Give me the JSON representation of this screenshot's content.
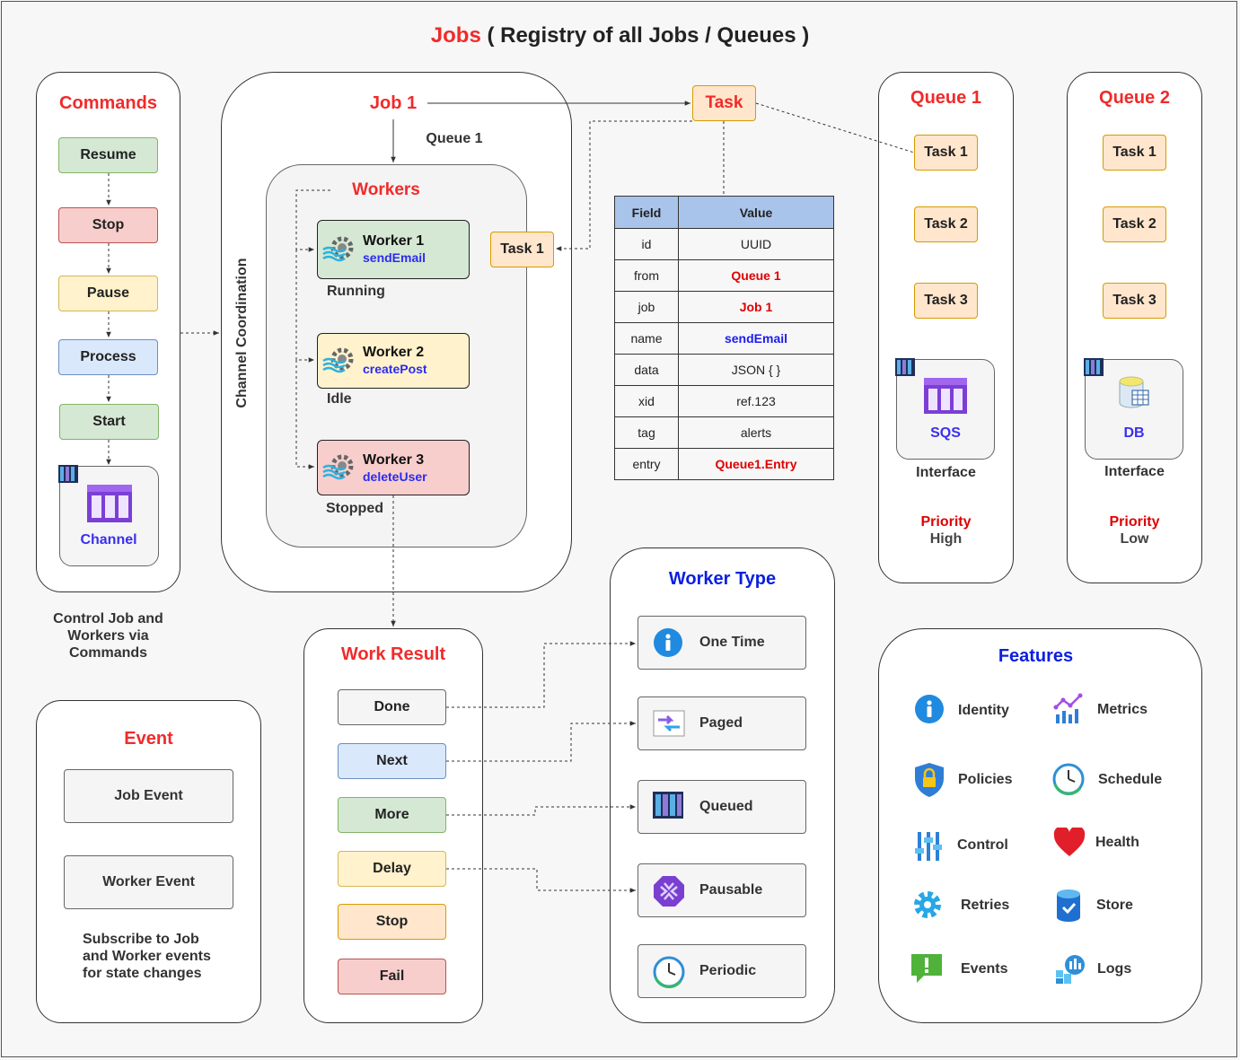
{
  "title": {
    "highlight": "Jobs",
    "rest": " ( Registry of all Jobs / Queues )"
  },
  "commands": {
    "title": "Commands",
    "buttons": [
      "Resume",
      "Stop",
      "Pause",
      "Process",
      "Start"
    ],
    "channel_label": "Channel",
    "caption": [
      "Control Job and",
      "Workers via",
      "Commands"
    ]
  },
  "job": {
    "title": "Job 1",
    "queue_label": "Queue 1",
    "side_label": "Channel Coordination",
    "workers_title": "Workers",
    "workers": [
      {
        "name": "Worker 1",
        "method": "sendEmail",
        "state": "Running"
      },
      {
        "name": "Worker 2",
        "method": "createPost",
        "state": "Idle"
      },
      {
        "name": "Worker 3",
        "method": "deleteUser",
        "state": "Stopped"
      }
    ],
    "task_chip": "Task 1"
  },
  "task": {
    "label": "Task",
    "table": {
      "headers": [
        "Field",
        "Value"
      ],
      "rows": [
        {
          "field": "id",
          "value": "UUID"
        },
        {
          "field": "from",
          "value": "Queue 1"
        },
        {
          "field": "job",
          "value": "Job 1"
        },
        {
          "field": "name",
          "value": "sendEmail"
        },
        {
          "field": "data",
          "value": "JSON { }"
        },
        {
          "field": "xid",
          "value": "ref.123"
        },
        {
          "field": "tag",
          "value": "alerts"
        },
        {
          "field": "entry",
          "value": "Queue1.Entry"
        }
      ]
    }
  },
  "queues": [
    {
      "title": "Queue 1",
      "tasks": [
        "Task 1",
        "Task 2",
        "Task 3"
      ],
      "store": "SQS",
      "interface": "Interface",
      "priority_label": "Priority",
      "priority": "High"
    },
    {
      "title": "Queue 2",
      "tasks": [
        "Task 1",
        "Task 2",
        "Task 3"
      ],
      "store": "DB",
      "interface": "Interface",
      "priority_label": "Priority",
      "priority": "Low"
    }
  ],
  "event": {
    "title": "Event",
    "items": [
      "Job Event",
      "Worker Event"
    ],
    "caption": [
      "Subscribe to Job",
      "and Worker events",
      "for state changes"
    ]
  },
  "work_result": {
    "title": "Work Result",
    "items": [
      "Done",
      "Next",
      "More",
      "Delay",
      "Stop",
      "Fail"
    ]
  },
  "worker_type": {
    "title": "Worker Type",
    "items": [
      "One Time",
      "Paged",
      "Queued",
      "Pausable",
      "Periodic"
    ]
  },
  "features": {
    "title": "Features",
    "items": [
      "Identity",
      "Metrics",
      "Policies",
      "Schedule",
      "Control",
      "Health",
      "Retries",
      "Store",
      "Events",
      "Logs"
    ]
  },
  "colors": {
    "accent_red": "#f02b2b",
    "accent_blue": "#0b1fe0",
    "method_blue": "#2b2bf0"
  }
}
